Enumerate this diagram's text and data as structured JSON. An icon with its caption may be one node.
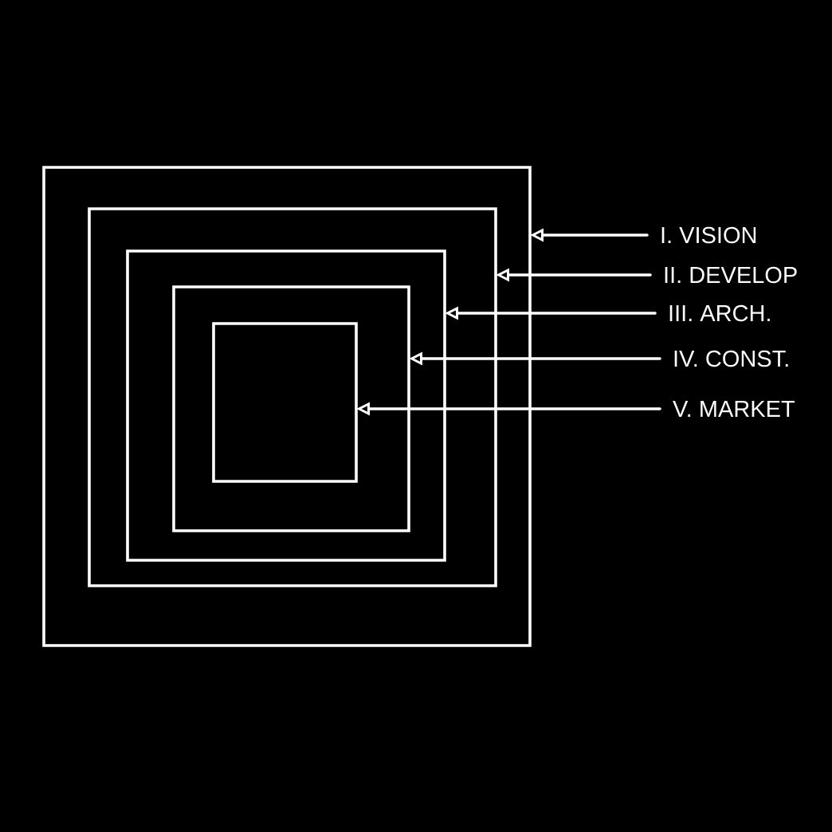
{
  "diagram": {
    "nodes": [
      {
        "text": [],
        "shape": "box"
      },
      {
        "text": [],
        "shape": "box",
        "in": 0
      },
      {
        "text": [],
        "shape": "box",
        "in": 1
      },
      {
        "text": [],
        "shape": "box",
        "in": 2
      },
      {
        "text": [],
        "shape": "box",
        "in": 3
      },
      {
        "text": [
          "I. VISION"
        ]
      },
      {
        "text": [
          "II. DEVELOP"
        ]
      },
      {
        "text": [
          "III. ARCH."
        ]
      },
      {
        "text": [
          "IV. CONST."
        ]
      },
      {
        "text": [
          "V. MARKET"
        ]
      }
    ],
    "edges": [
      {
        "from": 5,
        "to": 0,
        "arrow": "to"
      },
      {
        "from": 6,
        "to": 1,
        "arrow": "to"
      },
      {
        "from": 7,
        "to": 2,
        "arrow": "to"
      },
      {
        "from": 8,
        "to": 3,
        "arrow": "to"
      },
      {
        "from": 9,
        "to": 4,
        "arrow": "to"
      }
    ]
  }
}
